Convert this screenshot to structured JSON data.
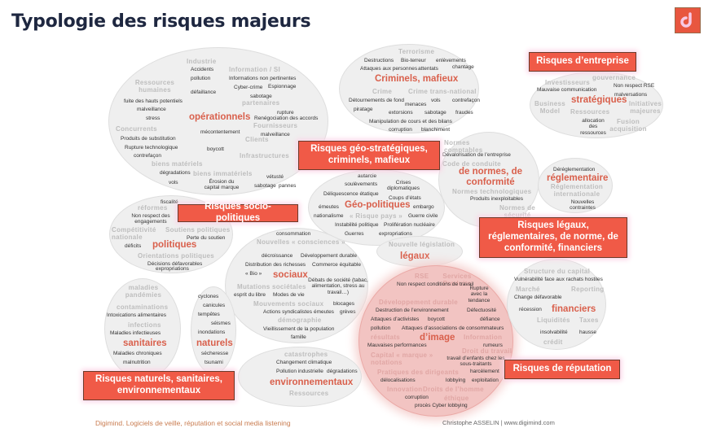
{
  "header": {
    "title": "Typologie des risques majeurs",
    "logo_icon": "digimind-logo-icon"
  },
  "colors": {
    "accent": "#f05a47",
    "title": "#1e2740",
    "keyword": "#d9604c",
    "bubble": "#efefef",
    "bubble_pink": "#f2c4c2"
  },
  "labels": {
    "entreprise": "Risques d’entreprise",
    "geo": "Risques géo-stratégiques, criminels, mafieux",
    "socio": "Risques socio-politiques",
    "legaux": "Risques légaux, réglementaires, de norme, de conformité, financiers",
    "reputation": "Risques de réputation",
    "naturels": "Risques naturels, sanitaires, environnementaux"
  },
  "operationnels": {
    "keyword": "opérationnels",
    "categories": [
      "Industrie",
      "Information / SI",
      "Ressources humaines",
      "partenaires",
      "Fournisseurs",
      "Concurrents",
      "Clients",
      "Infrastructures",
      "biens matériels",
      "biens immatériels"
    ],
    "terms": [
      "Accidents",
      "pollution",
      "défaillance",
      "Informations non pertinentes",
      "Cyber-crime",
      "Espionnage",
      "sabotage",
      "fuite des hauts potentiels",
      "malveillance",
      "stress",
      "rupture",
      "Renégociation des accords",
      "mécontentement",
      "malveillance",
      "Produits de substitution",
      "Rupture technologique",
      "boycott",
      "contrefaçon",
      "dégradations",
      "vols",
      "Érosion du capital marque",
      "vétusté",
      "sabotage",
      "pannes"
    ]
  },
  "criminels": {
    "keyword": "Criminels, mafieux",
    "categories": [
      "Terrorisme",
      "Crime",
      "Crime trans-national"
    ],
    "terms": [
      "Destructions",
      "Bio-terreur",
      "enlèvements",
      "Attaques aux personnes",
      "attentats",
      "chantage",
      "Détournements de fond",
      "menaces",
      "vols",
      "contrefaçon",
      "piratage",
      "extorsions",
      "sabotage",
      "fraudes",
      "Manipulation de cours et des bilans",
      "corruption",
      "blanchiment"
    ]
  },
  "strategiques": {
    "keyword": "stratégiques",
    "categories": [
      "Investisseurs",
      "gouvernance",
      "Business Model",
      "Ressources",
      "Initiatives majeures",
      "Fusion acquisition"
    ],
    "terms": [
      "Mauvaise communication",
      "Non respect RSE",
      "malversations",
      "allocation des ressources"
    ]
  },
  "normes": {
    "keyword": "de normes, de conformité",
    "categories": [
      "Normes comptables",
      "Code de conduite",
      "Normes technologiques",
      "Normes de sécurité"
    ],
    "terms": [
      "Dévalorisation de l’entreprise",
      "Produits inexploitables"
    ]
  },
  "reglementaire": {
    "keyword": "réglementaire",
    "categories": [
      "Réglementation internationale"
    ],
    "terms": [
      "Déréglementation",
      "Nouvelles contraintes"
    ]
  },
  "geopolitiques": {
    "keyword": "Géo-politiques",
    "categories": [
      "« Risque pays »"
    ],
    "terms": [
      "autarcie",
      "soulèvements",
      "Crises diplomatiques",
      "Déliquescence étatique",
      "Coups d’états",
      "émeutes",
      "embargo",
      "nationalisme",
      "Guerre civile",
      "Instabilité politique",
      "Prolifération nucléaire",
      "Guerres",
      "expropriations"
    ]
  },
  "politiques": {
    "keyword": "politiques",
    "categories": [
      "réformes",
      "Compétitivité nationale",
      "Soutiens politiques",
      "Orientations politiques"
    ],
    "terms": [
      "fiscalité",
      "Non respect des engagements",
      "Perte du soutien",
      "déficits",
      "Décisions défavorables",
      "expropriations"
    ]
  },
  "sociaux": {
    "keyword": "sociaux",
    "categories": [
      "Nouvelles « consciences »",
      "Mutations sociétales",
      "Mouvements sociaux",
      "démographie"
    ],
    "terms": [
      "consommation",
      "décroissance",
      "Développement durable",
      "Distribution des richesses",
      "Commerce équitable",
      "« Bio »",
      "Débats de société (tabac, alimentation, stress au travail…)",
      "esprit du libre",
      "Modes de vie",
      "blocages",
      "Actions syndicalistes",
      "émeutes",
      "grèves",
      "Vieillissement de la population",
      "famille"
    ]
  },
  "legaux": {
    "keyword": "légaux",
    "categories": [
      "Nouvelle législation"
    ]
  },
  "image": {
    "keyword": "d’image",
    "categories": [
      "RSE",
      "Services Produits",
      "Développement durable",
      "résultats",
      "Information",
      "Droit du travail",
      "Capital « marque » notations",
      "Pratiques des dirigeants",
      "Innovation",
      "Droits de l’homme",
      "éthique"
    ],
    "terms": [
      "Non respect conditions de travail",
      "Rupture avec la tendance",
      "Destruction de l’environnement",
      "Défectuosité",
      "Attaques d’activistes",
      "boycott",
      "défiance",
      "pollution",
      "Attaques d’associations de consommateurs",
      "Mauvaises performances",
      "rumeurs",
      "travail d’enfants chez les sous-traitants",
      "harcèlement",
      "délocalisations",
      "lobbying",
      "exploitation",
      "corruption",
      "procès Cyber lobbying"
    ]
  },
  "financiers": {
    "keyword": "financiers",
    "categories": [
      "Structure du capital",
      "Marché",
      "Reporting",
      "Liquidités",
      "Taxes",
      "crédit"
    ],
    "terms": [
      "Vulnérabilité face aux rachats hostiles",
      "Change défavorable",
      "récession",
      "insolvabilité",
      "hausse"
    ]
  },
  "sanitaires": {
    "keyword": "sanitaires",
    "categories": [
      "maladies pandémies",
      "contaminations",
      "infections"
    ],
    "terms": [
      "Intoxications alimentaires",
      "Maladies infectieuses",
      "Maladies chroniques",
      "malnutrition"
    ]
  },
  "naturels": {
    "keyword": "naturels",
    "terms": [
      "cyclones",
      "canicules",
      "tempêtes",
      "séismes",
      "inondations",
      "sécheresse",
      "tsunami"
    ]
  },
  "environnementaux": {
    "keyword": "environnementaux",
    "categories": [
      "catastrophes",
      "Ressources"
    ],
    "terms": [
      "Changement climatique",
      "Pollution industrielle",
      "dégradations"
    ]
  },
  "footer": {
    "left": "Digimind. Logiciels de veille, réputation et social media listening",
    "right": "Christophe ASSELIN | www.digimind.com"
  }
}
